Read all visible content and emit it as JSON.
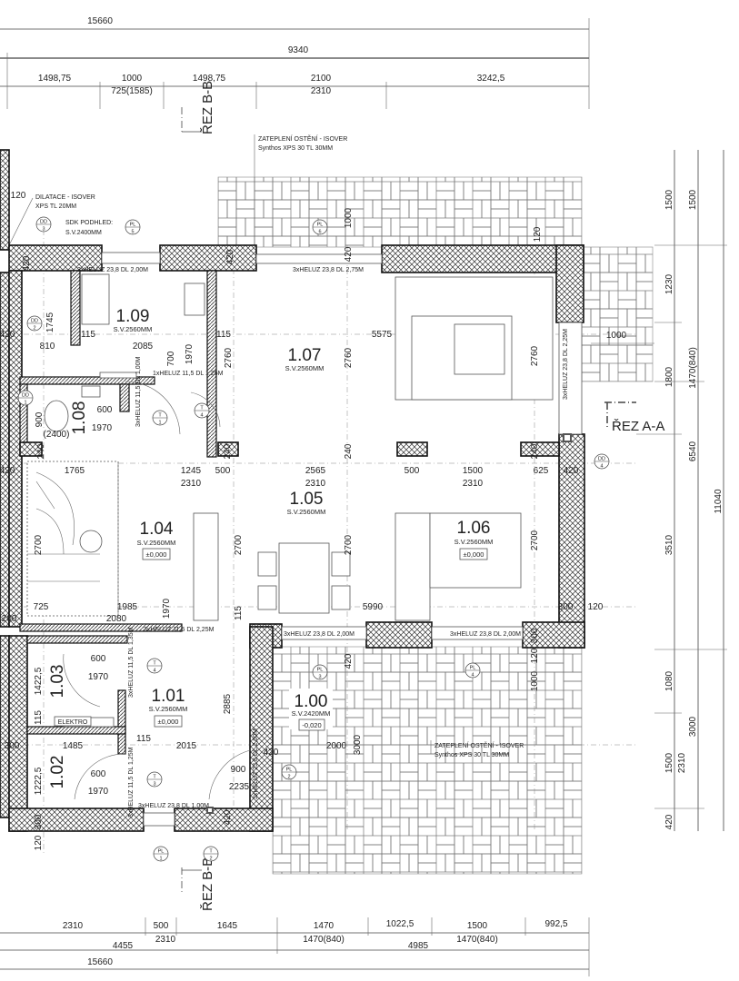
{
  "sections": {
    "b_top": "ŘEZ B-B",
    "b_bottom": "ŘEZ B-B",
    "a": "ŘEZ A-A"
  },
  "dims_top": [
    "15660",
    "9340",
    "1498,75",
    "1000",
    "725(1585)",
    "1498,75",
    "2100",
    "2310",
    "3242,5"
  ],
  "dims_bottom": [
    "2310",
    "500",
    "2310",
    "1645",
    "1470",
    "1470(840)",
    "1022,5",
    "1500",
    "1470(840)",
    "992,5",
    "4455",
    "4985",
    "15660"
  ],
  "dims_right": [
    "1500",
    "1500",
    "1230",
    "1000",
    "1800",
    "1470(840)",
    "6540",
    "11040",
    "3510",
    "1080",
    "1500",
    "2310",
    "3000",
    "420"
  ],
  "notes": {
    "insulation_top_1": "ZATEPLENÍ OSTĚNÍ - ISOVER",
    "insulation_top_2": "Synthos XPS 30 TL 30MM",
    "dilatation_1": "DILATACE - ISOVER",
    "dilatation_2": "XPS TL 20MM",
    "ceiling_1": "SDK PODHLED:",
    "ceiling_2": "S.V.2400MM",
    "insulation_bottom_1": "ZATEPLENÍ OSTĚNÍ - ISOVER",
    "insulation_bottom_2": "Synthos XPS 30 TL 30MM",
    "elektro": "ELEKTRO"
  },
  "rooms": [
    {
      "number": "1.09",
      "height": "S.V.2560MM"
    },
    {
      "number": "1.08"
    },
    {
      "number": "1.07",
      "height": "S.V.2560MM"
    },
    {
      "number": "1.05",
      "height": "S.V.2560MM"
    },
    {
      "number": "1.04",
      "height": "S.V.2560MM",
      "level": "±0,000"
    },
    {
      "number": "1.06",
      "height": "S.V.2560MM",
      "level": "±0,000"
    },
    {
      "number": "1.03"
    },
    {
      "number": "1.02"
    },
    {
      "number": "1.01",
      "height": "S.V.2560MM",
      "level": "±0,000"
    },
    {
      "number": "1.00",
      "height": "S.V.2420MM",
      "level": "-0,020"
    }
  ],
  "lintels": [
    "3xHELUZ 23,8 DL 2,00M",
    "3xHELUZ 23,8 DL 2,75M",
    "1xHELUZ 11,5 DL 1,25M",
    "3xHELUZ 11,5 DL 1,00M",
    "3xHELUZ 23,8 DL 2,25M",
    "3xHELUZ 11,5 DL 2,25M",
    "3xHELUZ 23,8 DL 2,00M",
    "3xHELUZ 23,8 DL 2,00M",
    "3xHELUZ 11,5 DL 1,35M",
    "3xHELUZ 11,5 DL 1,25M",
    "3xHELUZ 23,8 DL 1,00M",
    "3xHELUZ 23,8 DL 2,00M"
  ],
  "inner_dims": [
    "420",
    "120",
    "420",
    "1745",
    "810",
    "115",
    "2085",
    "115",
    "700",
    "1970",
    "2760",
    "2760",
    "5575",
    "2760",
    "1000",
    "420",
    "420",
    "120",
    "900",
    "600",
    "1970",
    "(2400)",
    "420",
    "1765",
    "1245",
    "2310",
    "500",
    "2565",
    "2310",
    "500",
    "1500",
    "2310",
    "625",
    "420",
    "240",
    "240",
    "240",
    "240",
    "2700",
    "2700",
    "2700",
    "2700",
    "725",
    "1985",
    "2080",
    "1970",
    "115",
    "5990",
    "300",
    "120",
    "200",
    "420",
    "300",
    "120",
    "1000",
    "600",
    "1970",
    "1422,5",
    "115",
    "300",
    "1485",
    "115",
    "2015",
    "2885",
    "420",
    "900",
    "2235",
    "1222,5",
    "600",
    "1970",
    "300",
    "120",
    "420",
    "2000",
    "3000"
  ],
  "markers": [
    {
      "top": "DD",
      "bottom": "3"
    },
    {
      "top": "PL",
      "bottom": "5"
    },
    {
      "top": "PL",
      "bottom": "6"
    },
    {
      "top": "DD",
      "bottom": "2"
    },
    {
      "top": "T",
      "bottom": "1"
    },
    {
      "top": "T",
      "bottom": "4"
    },
    {
      "top": "DD",
      "bottom": "4"
    },
    {
      "top": "DD",
      "bottom": "1"
    },
    {
      "top": "PL",
      "bottom": "3"
    },
    {
      "top": "PL",
      "bottom": "4"
    },
    {
      "top": "T",
      "bottom": "4"
    },
    {
      "top": "T",
      "bottom": "3"
    },
    {
      "top": "PL",
      "bottom": "2"
    },
    {
      "top": "PL",
      "bottom": "1"
    },
    {
      "top": "T",
      "bottom": "2"
    }
  ]
}
